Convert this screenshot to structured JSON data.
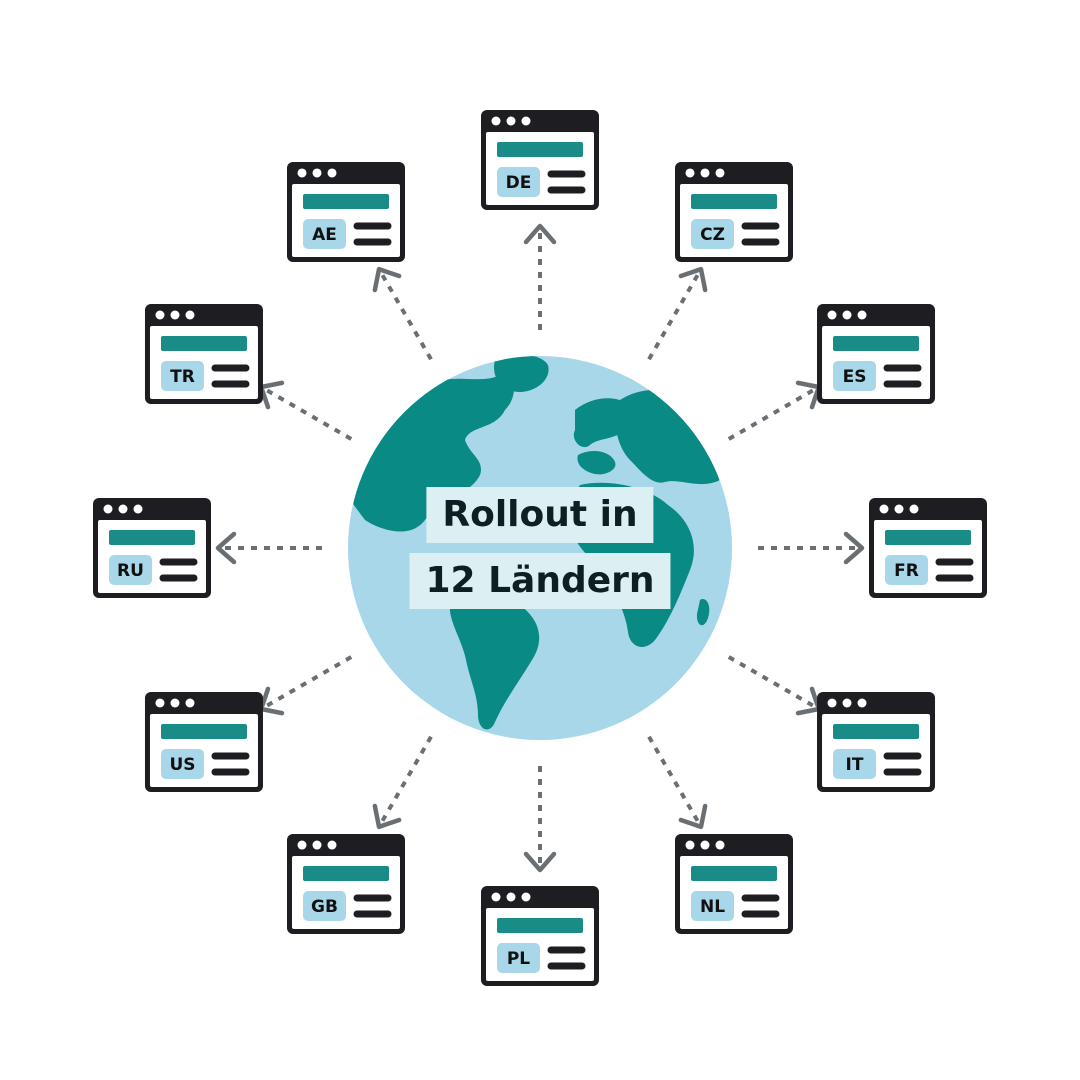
{
  "title": {
    "line1": "Rollout in",
    "line2": "12 Ländern"
  },
  "windows": [
    {
      "code": "DE"
    },
    {
      "code": "CZ"
    },
    {
      "code": "ES"
    },
    {
      "code": "FR"
    },
    {
      "code": "IT"
    },
    {
      "code": "NL"
    },
    {
      "code": "PL"
    },
    {
      "code": "GB"
    },
    {
      "code": "US"
    },
    {
      "code": "RU"
    },
    {
      "code": "TR"
    },
    {
      "code": "AE"
    }
  ],
  "colors": {
    "ocean": "#a9d7ea",
    "land": "#0a8a85",
    "window_frame": "#1e1e22",
    "window_bar": "#1a8c88",
    "badge": "#a9d7ea",
    "arrow": "#6a6f74",
    "caption_bg": "#dcf0f4"
  },
  "icons": {
    "center": "globe-icon",
    "window": "browser-window-icon",
    "arrow": "dashed-arrow-icon"
  }
}
